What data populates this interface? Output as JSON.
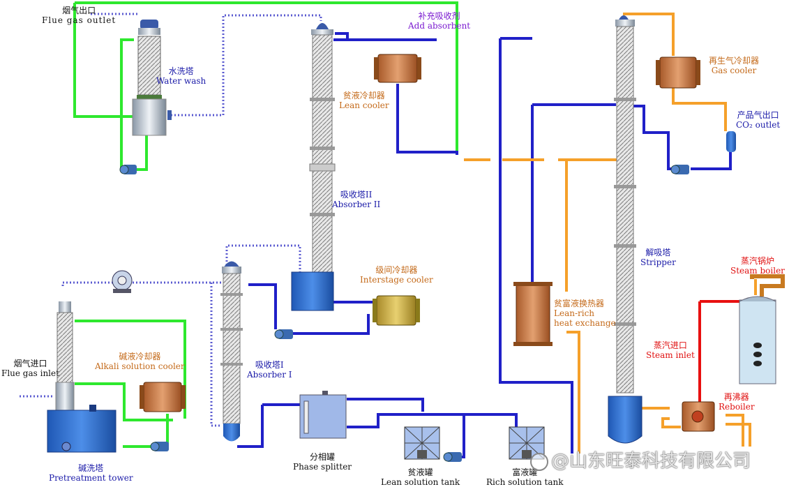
{
  "labels": {
    "flue_gas_outlet_cn": "烟气出口",
    "flue_gas_outlet_en": "Flue gas outlet",
    "water_wash_cn": "水洗塔",
    "water_wash_en": "Water wash",
    "add_absorbent_cn": "补充吸收剂",
    "add_absorbent_en": "Add absorbent",
    "lean_cooler_cn": "贫液冷却器",
    "lean_cooler_en": "Lean cooler",
    "absorber2_cn": "吸收塔II",
    "absorber2_en": "Absorber II",
    "interstage_cooler_cn": "级间冷却器",
    "interstage_cooler_en": "Interstage cooler",
    "alkali_cooler_cn": "碱液冷却器",
    "alkali_cooler_en": "Alkali solution cooler",
    "flue_gas_inlet_cn": "烟气进口",
    "flue_gas_inlet_en": "Flue gas inlet",
    "absorber1_cn": "吸收塔I",
    "absorber1_en": "Absorber I",
    "pretreatment_cn": "碱洗塔",
    "pretreatment_en": "Pretreatment tower",
    "phase_splitter_cn": "分相罐",
    "phase_splitter_en": "Phase splitter",
    "lean_tank_cn": "贫液罐",
    "lean_tank_en": "Lean solution tank",
    "rich_tank_cn": "富液罐",
    "rich_tank_en": "Rich solution tank",
    "gas_cooler_cn": "再生气冷却器",
    "gas_cooler_en": "Gas cooler",
    "co2_outlet_cn": "产品气出口",
    "co2_outlet_en": "CO₂ outlet",
    "stripper_cn": "解吸塔",
    "stripper_en": "Stripper",
    "steam_boiler_cn": "蒸汽锅炉",
    "steam_boiler_en": "Steam boiler",
    "lean_rich_cn": "贫富液换热器",
    "lean_rich_en1": "Lean-rich",
    "lean_rich_en2": "heat exchange",
    "steam_inlet_cn": "蒸汽进口",
    "steam_inlet_en": "Steam inlet",
    "reboiler_cn": "再沸器",
    "reboiler_en": "Reboiler"
  },
  "watermark": "@山东旺泰科技有限公司",
  "colors": {
    "green_line": "#2ee82e",
    "blue_line": "#2020c8",
    "orange_line": "#f5a02a",
    "red_line": "#e81010",
    "dotted_line": "#5a5ad0",
    "vessel_blue": "#2c6fd0",
    "packing": "#9a9a9a"
  }
}
